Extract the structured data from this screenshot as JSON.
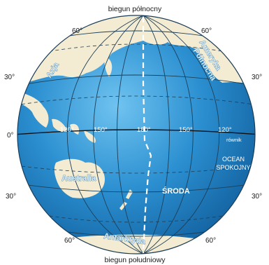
{
  "poles": {
    "north": "biegun północny",
    "south": "biegun południowy"
  },
  "latitude_labels": {
    "lat60": "60°",
    "lat30": "30°",
    "lat0": "0°"
  },
  "longitude_labels": {
    "lon120": "120°",
    "lon150": "150°",
    "lon180": "180°"
  },
  "regions": {
    "asia": "Azja",
    "north_america_1": "Ameryka",
    "north_america_2": "Północna",
    "australia": "Australia",
    "antarctica": "Antarktyda"
  },
  "annotations": {
    "equator": "równik",
    "ocean_1": "OCEAN",
    "ocean_2": "SPOKOJNY",
    "day": "ŚRODA"
  },
  "colors": {
    "ocean": "#2a8ccc",
    "ocean_light": "#5bb3e6",
    "land": "#f4ecd2",
    "grid": "#1d3f58",
    "dateline": "#ffffff"
  }
}
